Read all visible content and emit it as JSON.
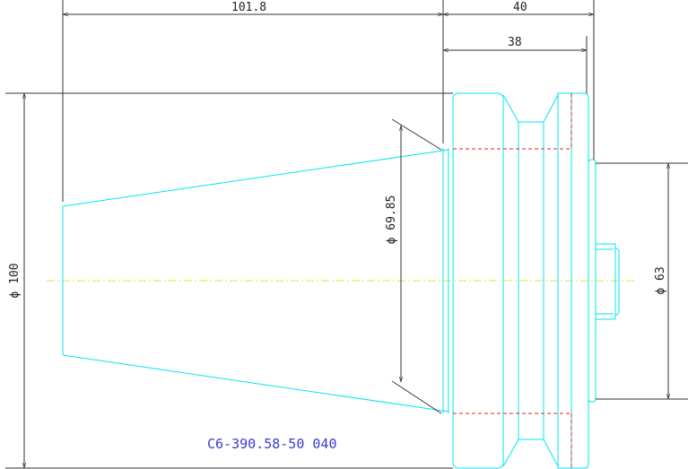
{
  "dimensions": {
    "total_length": "101.8",
    "flange_width": "40",
    "inner_width": "38",
    "diameter_outer": "ϕ 100",
    "diameter_taper": "ϕ 69.85",
    "diameter_pilot": "ϕ 63"
  },
  "part_number": "C6-390.58-50 040",
  "colors": {
    "outline": "#00e5f0",
    "hidden": "#e02020",
    "centerline": "#e8e23a",
    "dimension": "#333333",
    "label": "#3a3ad0"
  }
}
